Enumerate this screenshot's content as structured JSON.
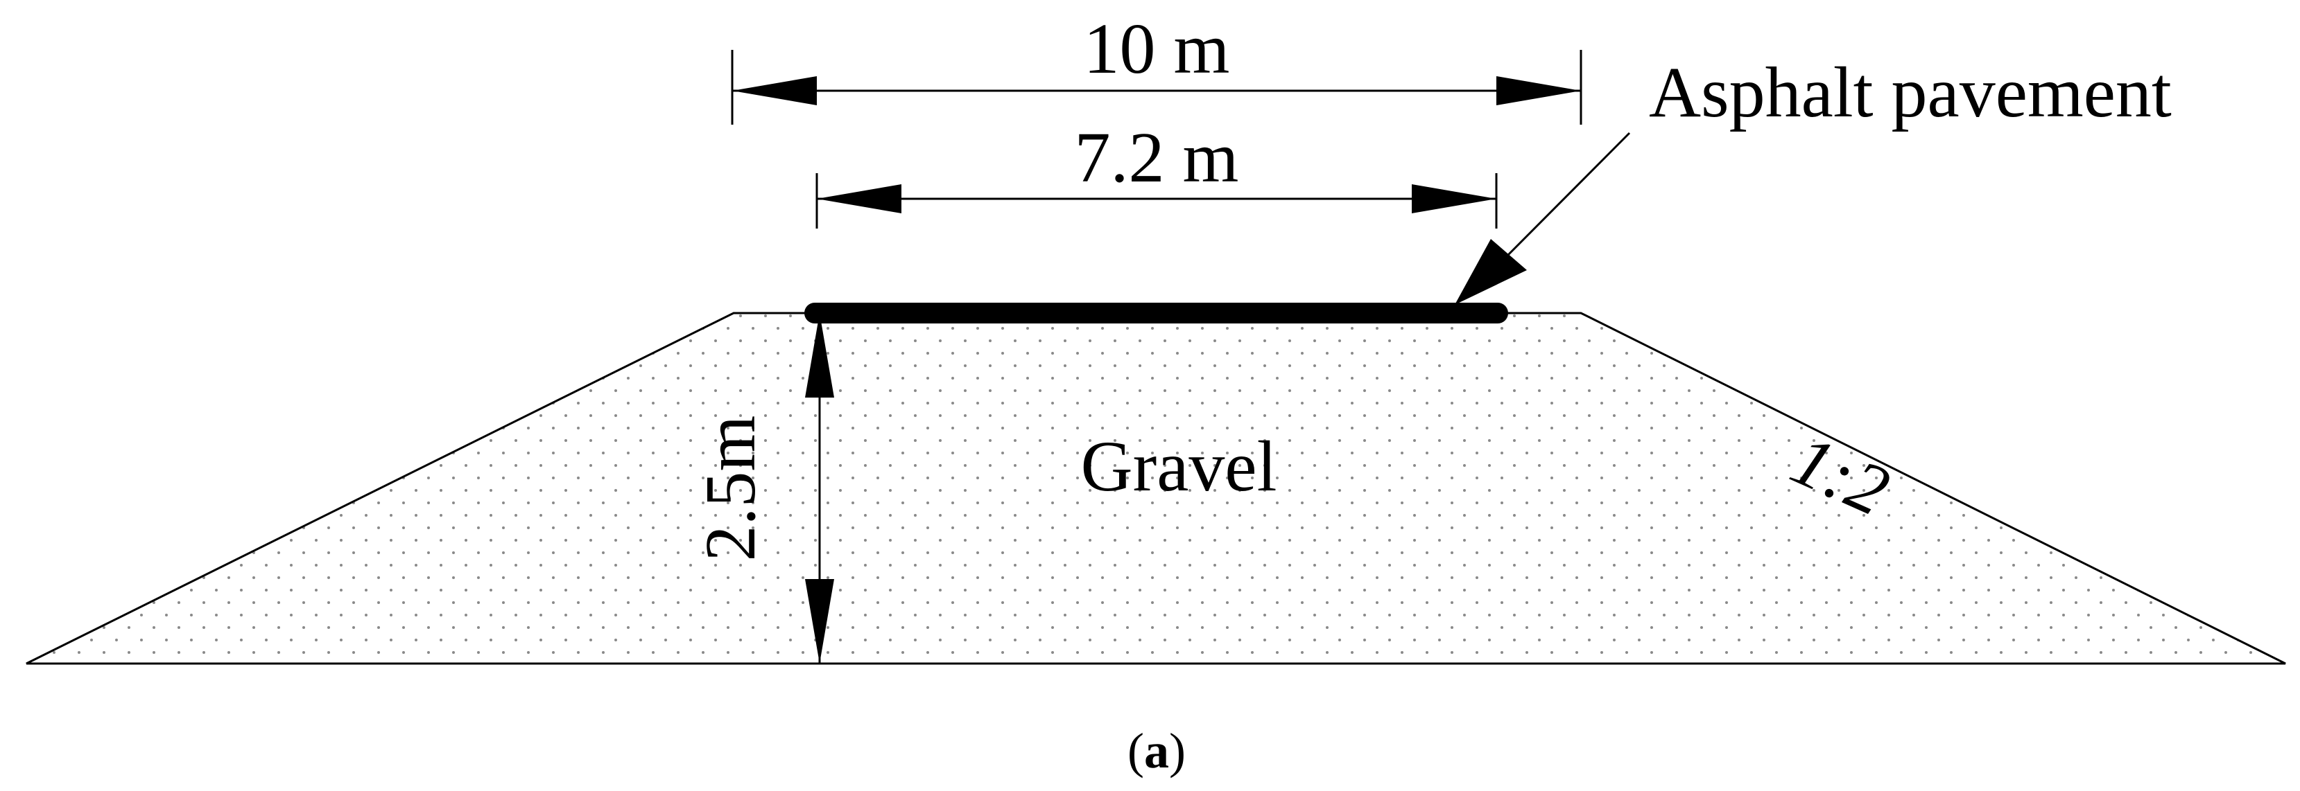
{
  "dimensions": {
    "top_width": "10 m",
    "pavement_width": "7.2 m",
    "height": "2.5m"
  },
  "labels": {
    "pavement": "Asphalt pavement",
    "material": "Gravel",
    "slope": "1:2"
  },
  "caption": {
    "open": "(",
    "letter": "a",
    "close": ")"
  }
}
